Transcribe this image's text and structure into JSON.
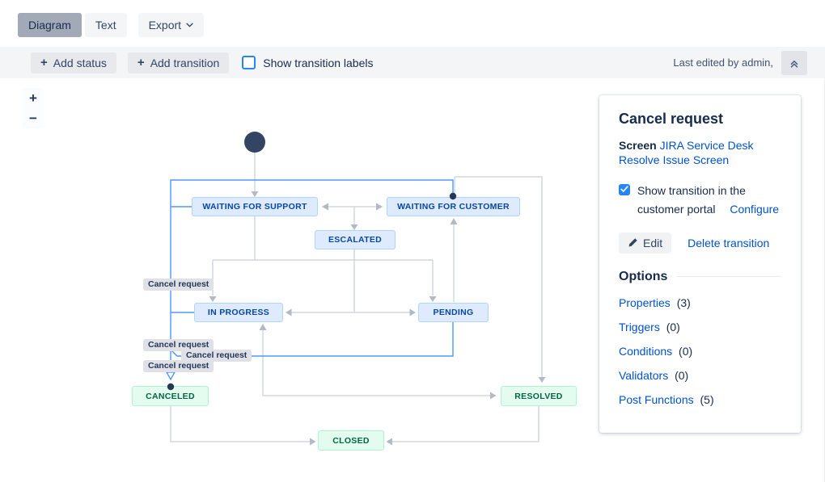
{
  "tabs": [
    {
      "label": "Diagram",
      "active": true
    },
    {
      "label": "Text",
      "active": false
    },
    {
      "label": "Export",
      "active": false,
      "has_dropdown": true
    }
  ],
  "toolbar": {
    "add_status": "Add status",
    "add_transition": "Add transition",
    "show_transition_labels": "Show transition labels",
    "show_transition_labels_checked": false,
    "last_edited": "Last edited by admin,"
  },
  "zoom_controls": {
    "zoom_in": "+",
    "zoom_out": "−"
  },
  "diagram": {
    "start_node": "start",
    "nodes": [
      {
        "id": "waiting-for-support",
        "label": "WAITING FOR SUPPORT",
        "type": "blue"
      },
      {
        "id": "waiting-for-customer",
        "label": "WAITING FOR CUSTOMER",
        "type": "blue"
      },
      {
        "id": "escalated",
        "label": "ESCALATED",
        "type": "blue"
      },
      {
        "id": "in-progress",
        "label": "IN PROGRESS",
        "type": "blue"
      },
      {
        "id": "pending",
        "label": "PENDING",
        "type": "blue"
      },
      {
        "id": "canceled",
        "label": "CANCELED",
        "type": "green"
      },
      {
        "id": "resolved",
        "label": "RESOLVED",
        "type": "green"
      },
      {
        "id": "closed",
        "label": "CLOSED",
        "type": "green"
      }
    ],
    "transition_labels": [
      {
        "text": "Cancel request"
      },
      {
        "text": "Cancel request"
      },
      {
        "text": "Cancel request"
      },
      {
        "text": "Cancel request"
      }
    ],
    "selected_transition": "Cancel request"
  },
  "panel": {
    "title": "Cancel request",
    "screen_label": "Screen",
    "screen_link": "JIRA Service Desk Resolve Issue Screen",
    "portal_text": "Show transition in the customer portal",
    "portal_checkbox_checked": true,
    "configure_label": "Configure",
    "edit_label": "Edit",
    "delete_label": "Delete transition",
    "options_title": "Options",
    "options": [
      {
        "label": "Properties",
        "count": "(3)"
      },
      {
        "label": "Triggers",
        "count": "(0)"
      },
      {
        "label": "Conditions",
        "count": "(0)"
      },
      {
        "label": "Validators",
        "count": "(0)"
      },
      {
        "label": "Post Functions",
        "count": "(5)"
      }
    ]
  },
  "colors": {
    "link": "#0052CC",
    "selected_transition_line": "#4C9AFF",
    "edge_gray": "#C1C7D0",
    "status_blue_bg": "#DEEBFF",
    "status_blue_text": "#0747A6",
    "status_green_bg": "#E3FCEF",
    "status_green_text": "#006644",
    "label_pill_bg": "#DFE1E6",
    "start_node": "#344563"
  }
}
